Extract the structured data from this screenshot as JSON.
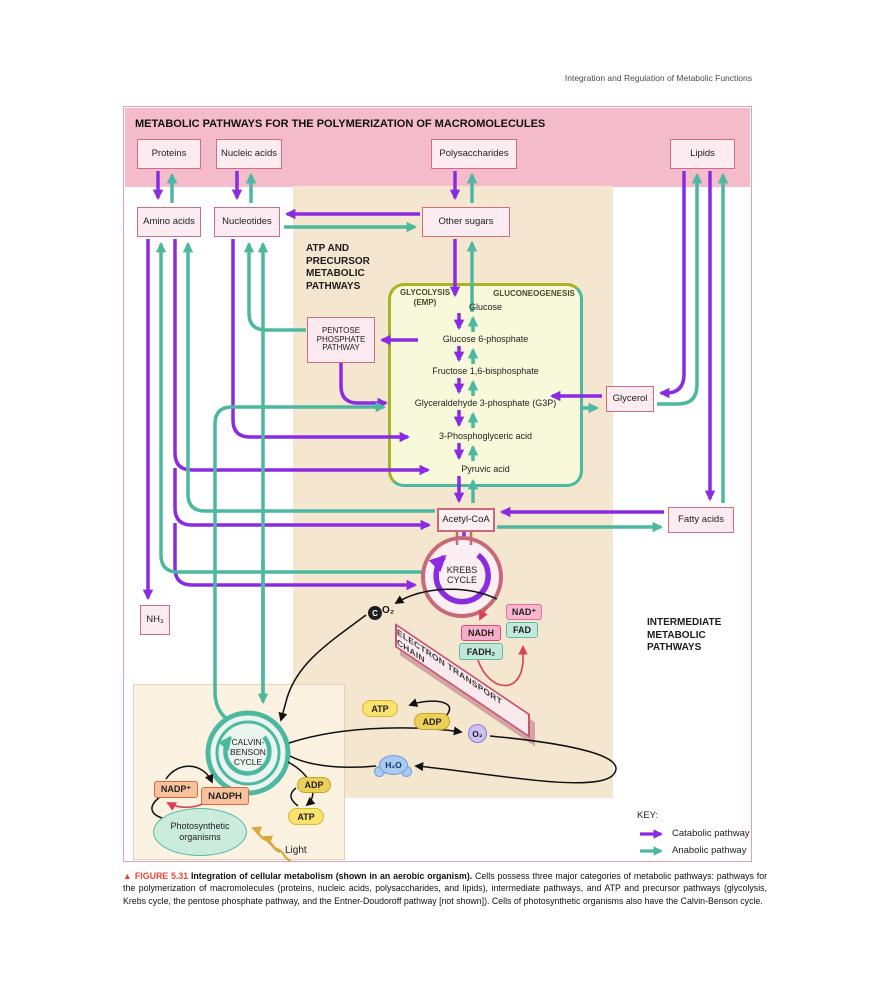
{
  "page_header": "Integration and Regulation of Metabolic Functions",
  "banner": {
    "title": "METABOLIC PATHWAYS FOR THE POLYMERIZATION OF MACROMOLECULES"
  },
  "macromolecules": {
    "proteins": "Proteins",
    "nucleic_acids": "Nucleic acids",
    "polysaccharides": "Polysaccharides",
    "lipids": "Lipids"
  },
  "monomers": {
    "amino_acids": "Amino acids",
    "nucleotides": "Nucleotides",
    "other_sugars": "Other sugars",
    "glycerol": "Glycerol",
    "fatty_acids": "Fatty acids",
    "nh3": "NH₃"
  },
  "section_labels": {
    "atp_precursor": "ATP AND\nPRECURSOR\nMETABOLIC\nPATHWAYS",
    "intermediate": "INTERMEDIATE\nMETABOLIC\nPATHWAYS"
  },
  "glycolysis": {
    "left_title": "GLYCOLYSIS\n(EMP)",
    "right_title": "GLUCONEOGENESIS",
    "metabolites": [
      "Glucose",
      "Glucose 6-phosphate",
      "Fructose 1,6-bisphosphate",
      "Glyceraldehyde 3-phosphate (G3P)",
      "3-Phosphoglyceric acid",
      "Pyruvic acid"
    ]
  },
  "ppp": "PENTOSE\nPHOSPHATE\nPATHWAY",
  "acetyl_coa": "Acetyl-CoA",
  "krebs": "KREBS\nCYCLE",
  "etc_banner": "ELECTRON TRANSPORT CHAIN",
  "calvin": "CALVIN-\nBENSON\nCYCLE",
  "molecules": {
    "co2_c": "C",
    "co2_o2": "O₂",
    "nad": "NAD⁺",
    "fad": "FAD",
    "nadh": "NADH",
    "fadh2": "FADH₂",
    "atp": "ATP",
    "adp": "ADP",
    "o2": "O₂",
    "h2o": "H₂O",
    "nadp": "NADP⁺",
    "nadph": "NADPH"
  },
  "photosynthesis": {
    "organisms": "Photosynthetic\norganisms",
    "light": "Light"
  },
  "key": {
    "title": "KEY:",
    "catabolic": "Catabolic pathway",
    "anabolic": "Anabolic pathway"
  },
  "caption": {
    "figure": "▲ FIGURE 5.31",
    "title": "Integration of cellular metabolism (shown in an aerobic organism).",
    "body": "Cells possess three major categories of metabolic pathways: pathways for the polymerization of macromolecules (proteins, nucleic acids, polysaccharides, and lipids), intermediate pathways, and ATP and precursor pathways (glycolysis, Krebs cycle, the pentose phosphate pathway, and the Entner-Doudoroff pathway [not shown]). Cells of photosynthetic organisms also have the Calvin-Benson cycle."
  },
  "colors": {
    "catabolic": "#8a2be2",
    "anabolic": "#4cb8a0",
    "band_pink": "#F4BCCA",
    "panel_tan": "#F5E6CF",
    "box_rose_border": "#CF6E80"
  }
}
